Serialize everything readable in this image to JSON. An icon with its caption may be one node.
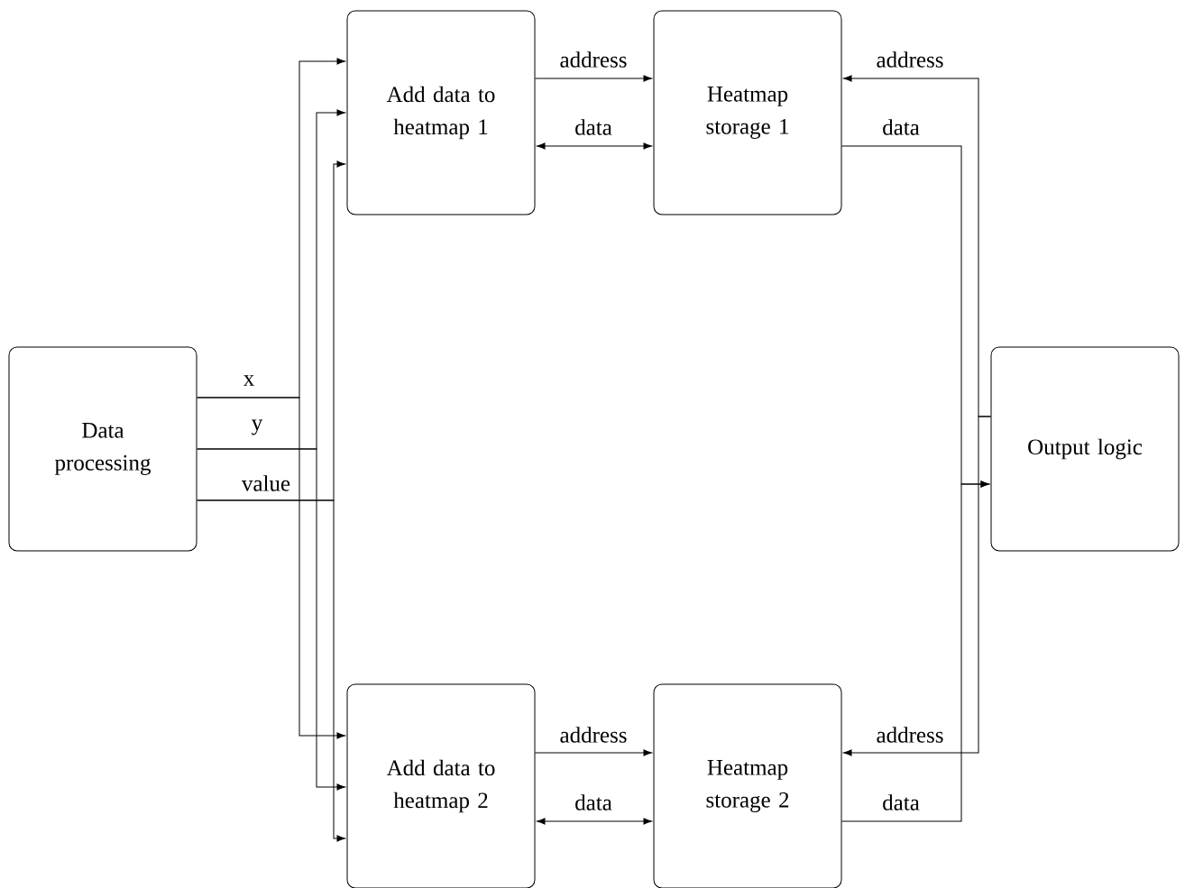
{
  "diagram": {
    "nodes": [
      {
        "text": [
          "Data processing"
        ]
      },
      {
        "text": [
          "Add data to heatmap 1"
        ]
      },
      {
        "text": [
          "Heatmap storage 1"
        ]
      },
      {
        "text": [
          "Add data to heatmap 2"
        ]
      },
      {
        "text": [
          "Heatmap storage 2"
        ]
      },
      {
        "text": [
          "Output logic"
        ]
      }
    ],
    "edges": [
      {
        "from": 0,
        "to": 1,
        "arrow": "to",
        "label": "x"
      },
      {
        "from": 0,
        "to": 3,
        "arrow": "to"
      },
      {
        "from": 0,
        "to": 1,
        "arrow": "to",
        "label": "y"
      },
      {
        "from": 0,
        "to": 3,
        "arrow": "to"
      },
      {
        "from": 0,
        "to": 1,
        "arrow": "to",
        "label": "value"
      },
      {
        "from": 0,
        "to": 3,
        "arrow": "to"
      },
      {
        "from": 1,
        "to": 2,
        "arrow": "to",
        "label": "address"
      },
      {
        "from": 1,
        "to": 2,
        "arrow": "both",
        "label": "data"
      },
      {
        "from": 3,
        "to": 4,
        "arrow": "to",
        "label": "address"
      },
      {
        "from": 3,
        "to": 4,
        "arrow": "both",
        "label": "data"
      },
      {
        "from": 5,
        "to": 2,
        "arrow": "to",
        "label": "address"
      },
      {
        "from": 2,
        "to": 5,
        "arrow": "to",
        "label": "data"
      },
      {
        "from": 5,
        "to": 4,
        "arrow": "to",
        "label": "address"
      },
      {
        "from": 4,
        "to": 5,
        "arrow": "to",
        "label": "data"
      }
    ]
  }
}
